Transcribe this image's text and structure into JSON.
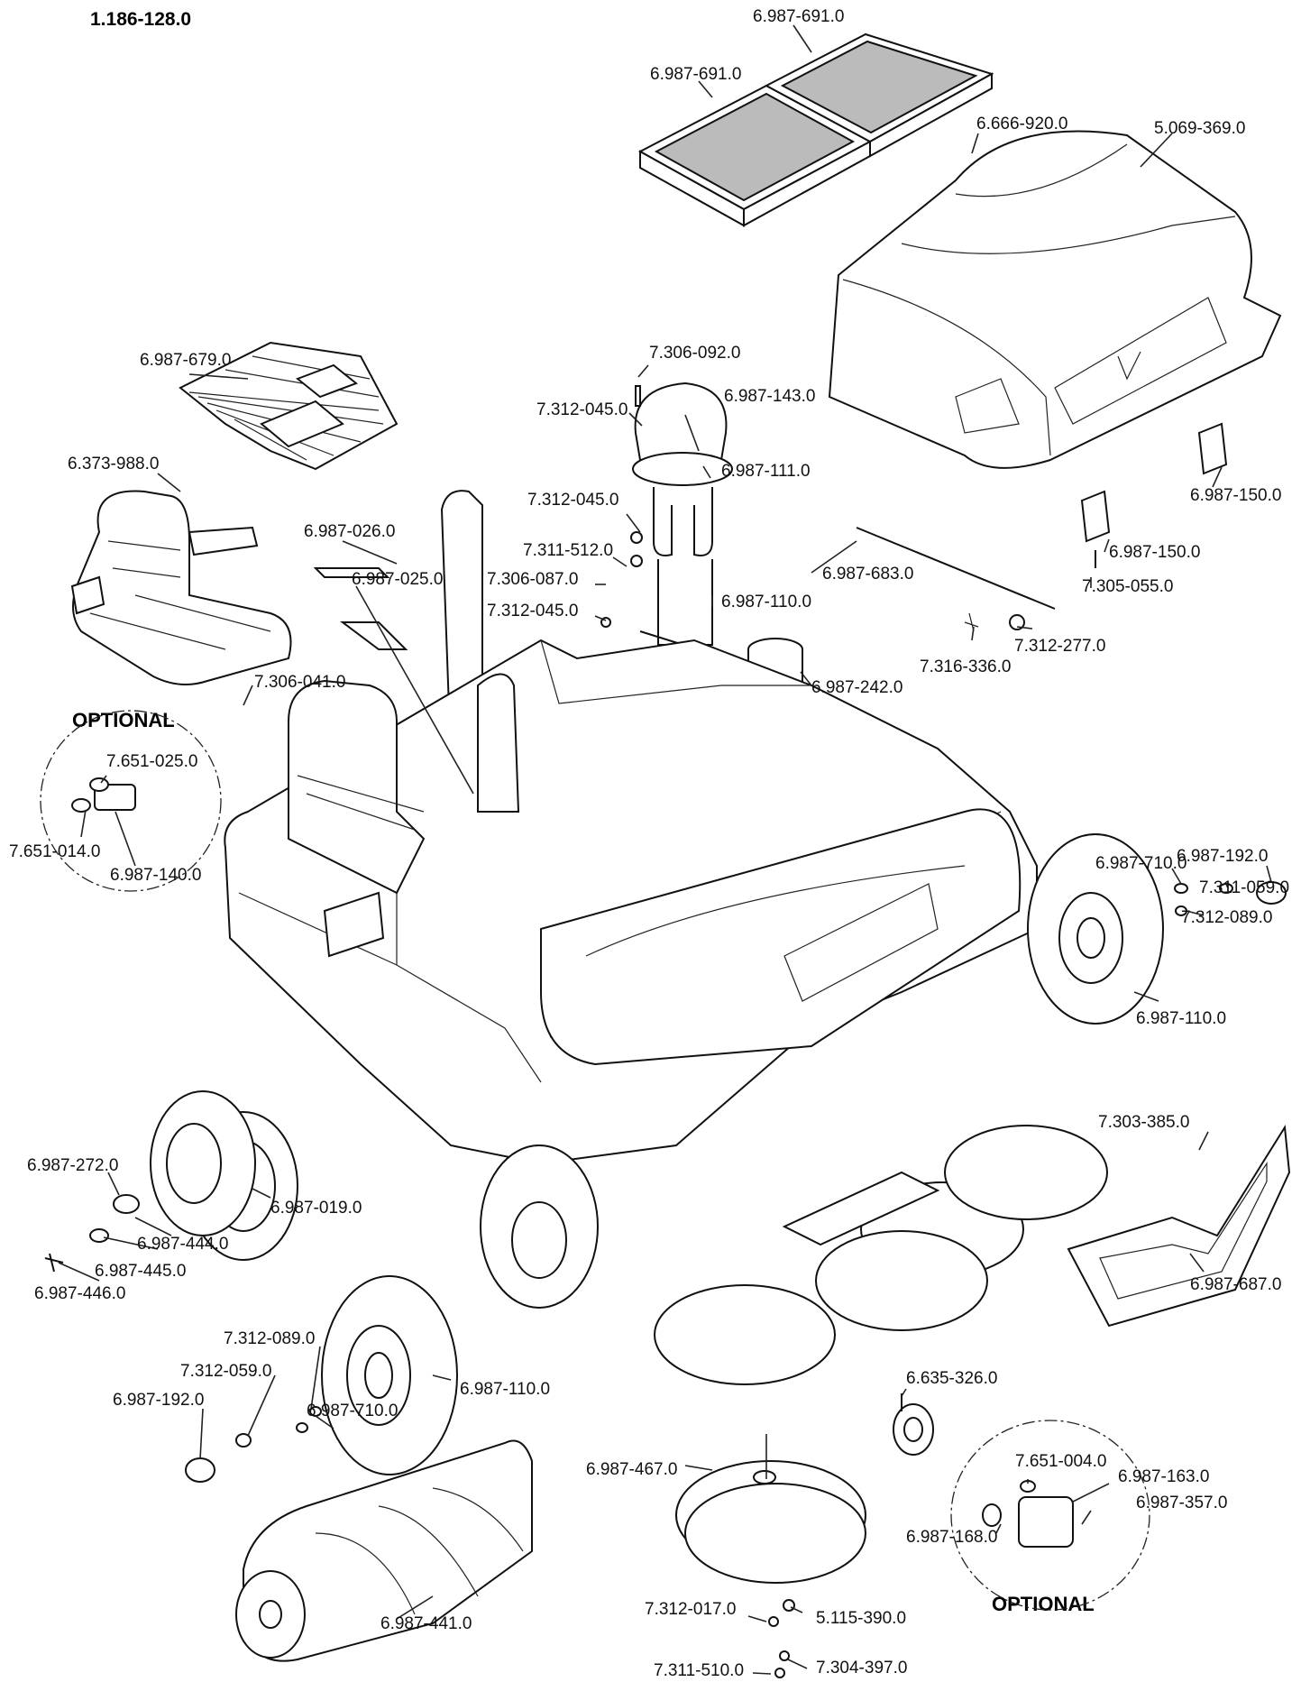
{
  "header": {
    "assembly_number": "1.186-128.0"
  },
  "notes": {
    "optional_top": "OPTIONAL",
    "optional_bottom": "OPTIONAL"
  },
  "parts": [
    "6.987-691.0",
    "6.987-691.0",
    "6.666-920.0",
    "5.069-369.0",
    "6.987-679.0",
    "7.306-092.0",
    "7.312-045.0",
    "6.987-143.0",
    "6.987-111.0",
    "6.373-988.0",
    "6.987-150.0",
    "7.312-045.0",
    "6.987-026.0",
    "7.311-512.0",
    "6.987-150.0",
    "6.987-025.0",
    "6.987-683.0",
    "7.306-087.0",
    "6.987-110.0",
    "7.305-055.0",
    "7.312-045.0",
    "7.316-336.0",
    "7.312-277.0",
    "6.987-242.0",
    "7.306-041.0",
    "7.651-025.0",
    "6.987-192.0",
    "6.987-710.0",
    "7.651-014.0",
    "7.311-059.0",
    "6.987-140.0",
    "7.312-089.0",
    "6.987-110.0",
    "7.303-385.0",
    "6.987-272.0",
    "6.987-019.0",
    "6.987-444.0",
    "6.987-445.0",
    "6.987-446.0",
    "6.987-687.0",
    "7.312-089.0",
    "7.312-059.0",
    "6.987-110.0",
    "6.987-192.0",
    "6.987-710.0",
    "6.635-326.0",
    "7.651-004.0",
    "6.987-163.0",
    "6.987-467.0",
    "6.987-357.0",
    "6.987-168.0",
    "7.312-017.0",
    "5.115-390.0",
    "6.987-441.0",
    "7.311-510.0",
    "7.304-397.0"
  ]
}
